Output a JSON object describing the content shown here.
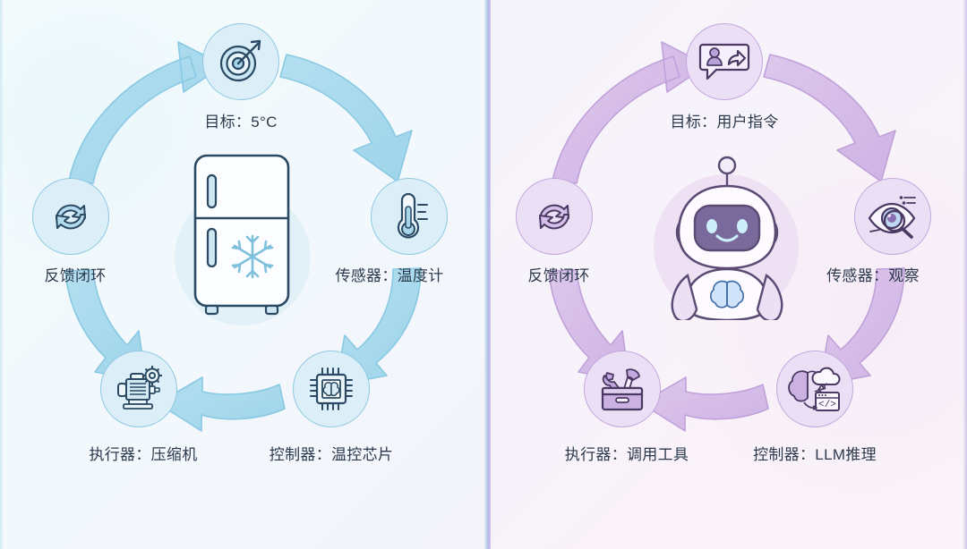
{
  "meta": {
    "diagram_type": "comparative-feedback-loop",
    "panel_count": 2
  },
  "panels": [
    {
      "id": "refrigerator-control-loop",
      "theme": "blue",
      "colors": {
        "bubble_fill": "#dceef8",
        "bubble_stroke": "#8ec9e2",
        "arrow_fill": "#a9d9ed",
        "arrow_stroke": "#8ccbe4",
        "icon_stroke": "#2a4a63",
        "icon_fill": "#b4daea",
        "halo": "#e3f1f7",
        "label_color": "#2c3a4d"
      },
      "center": {
        "name": "refrigerator",
        "icon": "refrigerator-icon"
      },
      "nodes": [
        {
          "id": "goal",
          "icon": "target-icon",
          "label": "目标：5°C"
        },
        {
          "id": "sensor",
          "icon": "thermometer-icon",
          "label": "传感器：温度计"
        },
        {
          "id": "controller",
          "icon": "chip-brain-icon",
          "label": "控制器：温控芯片"
        },
        {
          "id": "actuator",
          "icon": "motor-gear-icon",
          "label": "执行器：压缩机"
        },
        {
          "id": "feedback",
          "icon": "refresh-cycle-icon",
          "label": "反馈闭环"
        }
      ]
    },
    {
      "id": "ai-agent-loop",
      "theme": "purple",
      "colors": {
        "bubble_fill": "#eadff4",
        "bubble_stroke": "#c4a6dd",
        "arrow_fill": "#d8c1e8",
        "arrow_stroke": "#c3a5dc",
        "icon_stroke": "#4a3a63",
        "icon_fill": "#c9b3e2",
        "halo": "#f0e4f3",
        "label_color": "#2c3a4d"
      },
      "center": {
        "name": "ai-robot",
        "icon": "robot-brain-icon"
      },
      "nodes": [
        {
          "id": "goal",
          "icon": "user-instruction-icon",
          "label": "目标：用户指令"
        },
        {
          "id": "sensor",
          "icon": "eye-observe-icon",
          "label": "传感器：观察"
        },
        {
          "id": "controller",
          "icon": "llm-reasoning-icon",
          "label": "控制器：LLM推理"
        },
        {
          "id": "actuator",
          "icon": "toolbox-icon",
          "label": "执行器：调用工具"
        },
        {
          "id": "feedback",
          "icon": "refresh-cycle-icon",
          "label": "反馈闭环"
        }
      ]
    }
  ]
}
